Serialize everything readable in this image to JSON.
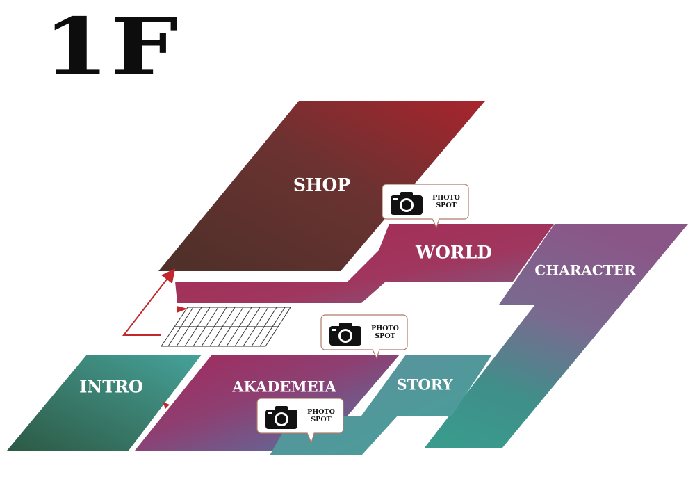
{
  "floor": {
    "label": "1F"
  },
  "zones": {
    "shop": "SHOP",
    "world": "WORLD",
    "character": "CHARACTER",
    "intro": "INTRO",
    "akademeia": "AKADEMEIA",
    "story": "STORY"
  },
  "photo_spots": [
    {
      "line1": "PHOTO",
      "line2": "SPOT",
      "icon": "camera-icon"
    },
    {
      "line1": "PHOTO",
      "line2": "SPOT",
      "icon": "camera-icon"
    },
    {
      "line1": "PHOTO",
      "line2": "SPOT",
      "icon": "camera-icon"
    }
  ],
  "colors": {
    "shop_start": "#4d3029",
    "shop_end": "#a8242d",
    "world_start": "#a22a52",
    "world_end": "#8a6082",
    "character_start": "#8a5888",
    "character_end": "#2f9b8a",
    "intro_start": "#2f5d46",
    "intro_end": "#3f9890",
    "akademeia_start": "#a02a5a",
    "akademeia_end": "#3d9690",
    "story": "#4e9a98",
    "arrow": "#c0282d",
    "stairs": "#333333",
    "title": "#0d0d0d"
  }
}
